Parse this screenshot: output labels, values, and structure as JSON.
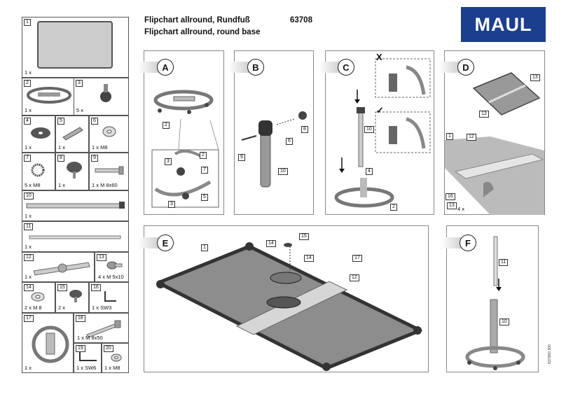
{
  "header": {
    "title_de": "Flipchart allround, Rundfuß",
    "title_en": "Flipchart allround, round base",
    "article": "63708",
    "brand": "MAUL"
  },
  "parts": [
    {
      "n": "1",
      "q": "1 x"
    },
    {
      "n": "2",
      "q": "1 x"
    },
    {
      "n": "3",
      "q": "5 x"
    },
    {
      "n": "4",
      "q": "1 x"
    },
    {
      "n": "5",
      "q": "1 x"
    },
    {
      "n": "6",
      "q": "1 x  M8"
    },
    {
      "n": "7",
      "q": "5 x  M8"
    },
    {
      "n": "8",
      "q": "1 x"
    },
    {
      "n": "9",
      "q": "1 x  M 8x60"
    },
    {
      "n": "10",
      "q": "1 x"
    },
    {
      "n": "11",
      "q": "1 x"
    },
    {
      "n": "12",
      "q": "1 x"
    },
    {
      "n": "13",
      "q": "4 x  M 5x10"
    },
    {
      "n": "14",
      "q": "2 x  M 8"
    },
    {
      "n": "15",
      "q": "2 x"
    },
    {
      "n": "16",
      "q": "1 x  SW3"
    },
    {
      "n": "17",
      "q": "1 x"
    },
    {
      "n": "18",
      "q": "1 x  M 8x50"
    },
    {
      "n": "19",
      "q": "1 x  SW6"
    },
    {
      "n": "20",
      "q": "1 x  M8"
    }
  ],
  "steps": {
    "A": "A",
    "B": "B",
    "C": "C",
    "D": "D",
    "E": "E",
    "F": "F"
  },
  "callouts": {
    "a2": "2",
    "a3": "3",
    "a2b": "2",
    "a7": "7",
    "a3b": "3",
    "a5": "5",
    "b8": "8",
    "b6": "6",
    "b9": "9",
    "b10": "10",
    "c10": "10",
    "c4": "4",
    "c2": "2",
    "d13a": "13",
    "d13b": "13",
    "d1": "1",
    "d12": "12",
    "d16": "16",
    "d13c": "13",
    "d4x": "4 x",
    "e1": "1",
    "e14a": "14",
    "e15": "15",
    "e14b": "14",
    "e17": "17",
    "e12": "12",
    "f11": "11",
    "f10": "10"
  },
  "marks": {
    "wrong": "X",
    "right": "✓"
  },
  "doc_code": "63708/0.300"
}
